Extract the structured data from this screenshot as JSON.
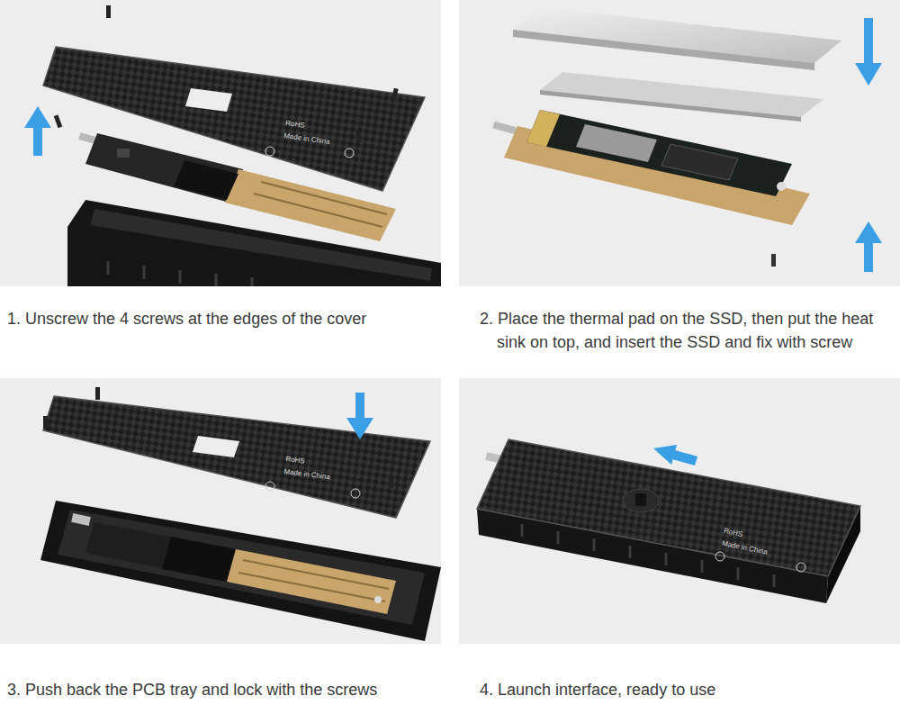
{
  "diagram": {
    "labels": [
      "1. Unscrew the 4 screws at the edges of the cover",
      "2. Place the thermal pad on the SSD, then put the heat sink on top, and insert the SSD and fix with screw",
      "3. Push back the PCB tray and lock with the screws",
      "4. Launch interface, ready to use",
      "RoHS",
      "Made in China",
      "RoHS",
      "Made in China",
      "RoHS",
      "Made in China"
    ]
  }
}
